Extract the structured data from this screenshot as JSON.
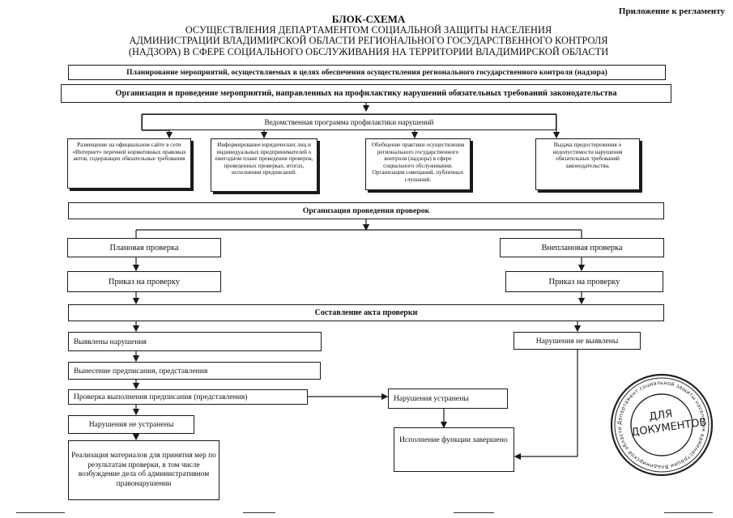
{
  "appendix": "Приложение к регламенту",
  "title": {
    "line1": "БЛОК-СХЕМА",
    "line2": "ОСУЩЕСТВЛЕНИЯ ДЕПАРТАМЕНТОМ СОЦИАЛЬНОЙ ЗАЩИТЫ НАСЕЛЕНИЯ",
    "line3": "АДМИНИСТРАЦИИ ВЛАДИМИРСКОЙ ОБЛАСТИ  РЕГИОНАЛЬНОГО ГОСУДАРСТВЕННОГО КОНТРОЛЯ",
    "line4": "(НАДЗОРА) В СФЕРЕ СОЦИАЛЬНОГО ОБСЛУЖИВАНИЯ НА ТЕРРИТОРИИ ВЛАДИМИРСКОЙ ОБЛАСТИ"
  },
  "boxes": {
    "planning": "Планирование мероприятий, осуществляемых в целях обеспечения осуществления регионального государственного контроля (надзора)",
    "prevention": "Организация и проведение мероприятий, направленных на профилактику нарушений обязательных требований законодательства",
    "program": "Ведомственная программа профилактики  нарушений",
    "sub1": "Размещение на официальном сайте в сети «Интернет» перечней нормативных правовых актов, содержащих обязательные требования",
    "sub2": "Информирование юридических лиц и индивидуальных предпринимателей  о  ежегодном плане проведения проверок, проведенных проверках, итогах, исполнении предписаний.",
    "sub3": "Обобщение практики осуществления регионального государственного контроля (надзора) в сфере социального обслуживания. Организация совещаний, публичных слушаний.",
    "sub4": "Выдача предостережения о недопустимости нарушения обязательных требований законодательства.",
    "organization": "Организация проведения проверок",
    "planned": "Плановая проверка",
    "unplanned": "Внеплановая проверка",
    "order_left": "Приказ на проверку",
    "order_right": "Приказ на проверку",
    "act": "Составление акта проверки",
    "found": "Выявлены нарушения",
    "not_found": "Нарушения не выявлены",
    "issue": "Вынесение предписания, представления",
    "check_exec": "Проверка выполнения  предписания (представления)",
    "eliminated": "Нарушения устранены",
    "not_eliminated": "Нарушения не устранены",
    "implementation": "Реализация материалов для принятия мер по результатам проверки, в том числе  возбуждение дела об административном правонарушении",
    "completed": "Исполнение функции завершено"
  },
  "stamp": {
    "center_line1": "ДЛЯ",
    "center_line2": "ДОКУМЕНТОВ",
    "ring_text": "Департамент социальной защиты населения администрации Владимирской области"
  }
}
